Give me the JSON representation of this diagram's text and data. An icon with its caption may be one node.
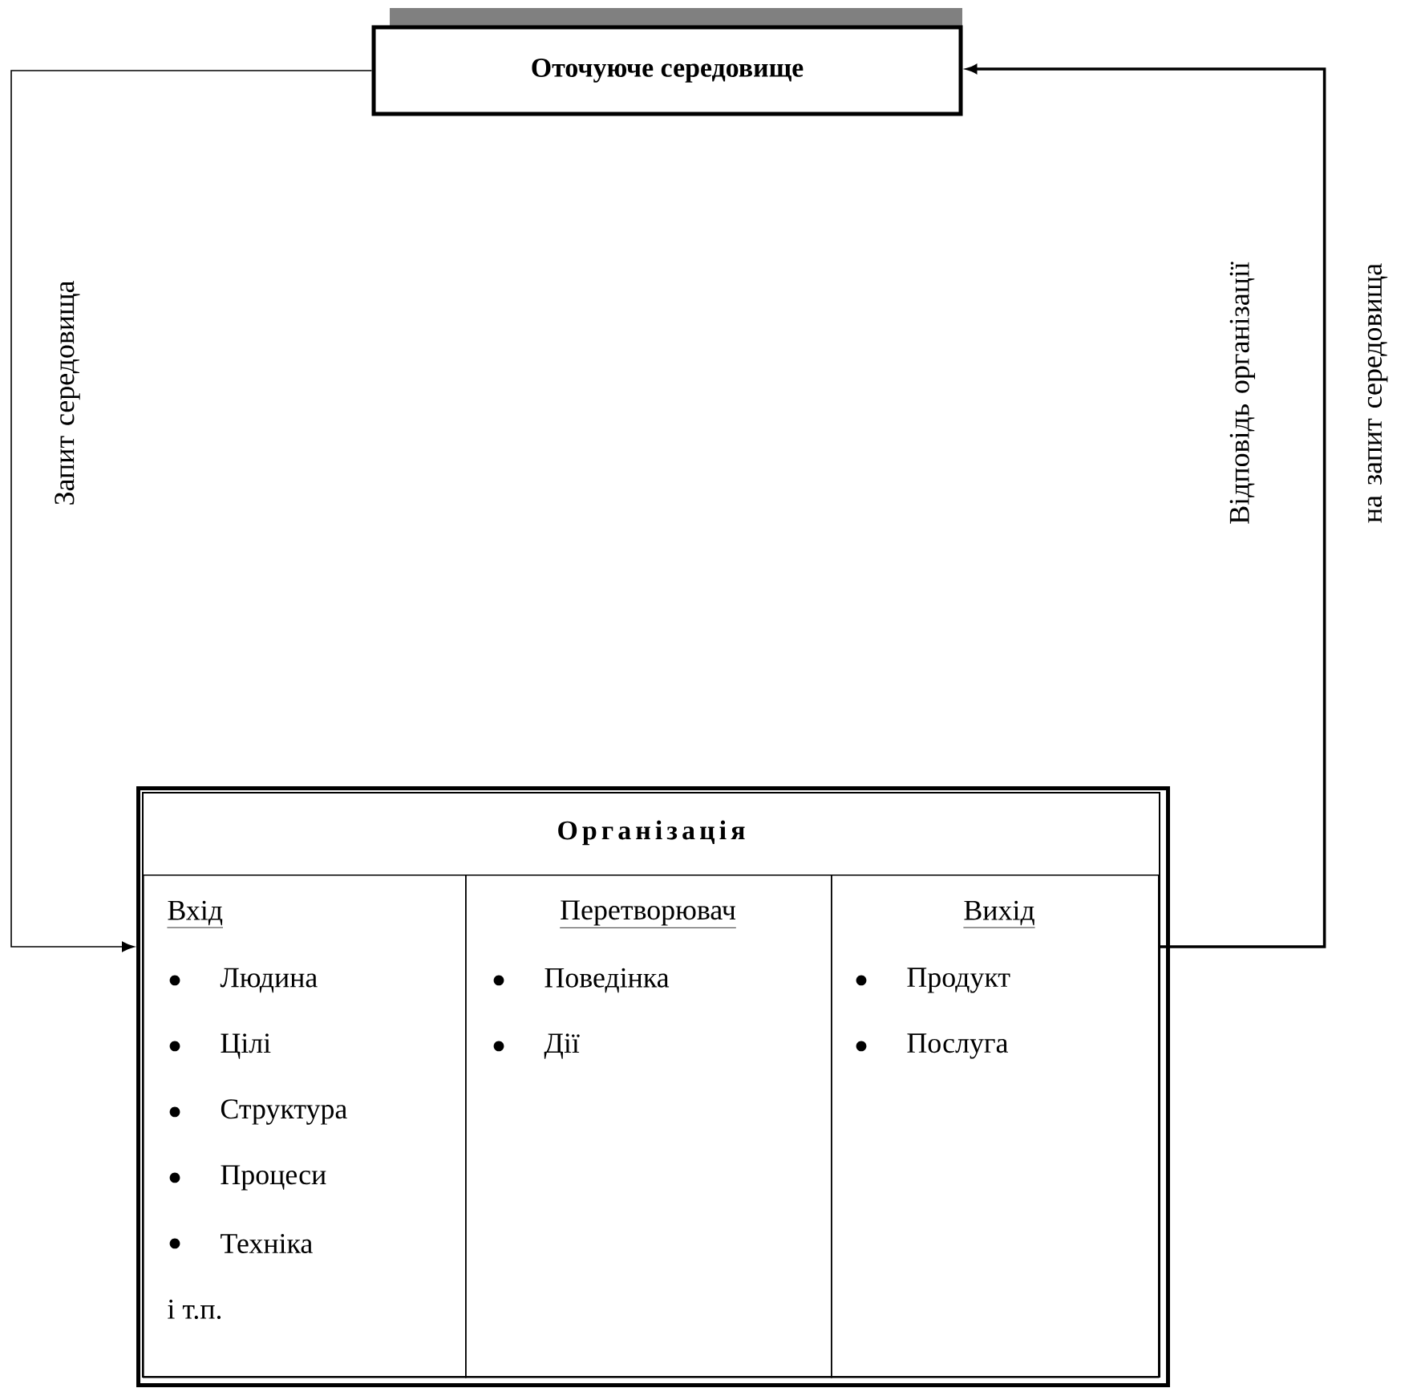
{
  "diagram": {
    "nodes": [
      {
        "text": [
          "Оточуюче середовище"
        ]
      },
      {
        "text": [
          "Організація"
        ]
      },
      {
        "text": [
          "Вхід",
          "Людина",
          "Цілі",
          "Структура",
          "Процеси",
          "Техніка",
          "і т.п."
        ],
        "in": 1
      },
      {
        "text": [
          "Перетворювач",
          "Поведінка",
          "Дії"
        ],
        "in": 1
      },
      {
        "text": [
          "Вихід",
          "Продукт",
          "Послуга"
        ],
        "in": 1
      }
    ],
    "edges": [
      {
        "from": 0,
        "to": 2,
        "arrow": "to",
        "label": "Запит середовища"
      },
      {
        "from": 4,
        "to": 0,
        "arrow": "to",
        "label": "Відповідь організації на запит середовища"
      }
    ]
  }
}
